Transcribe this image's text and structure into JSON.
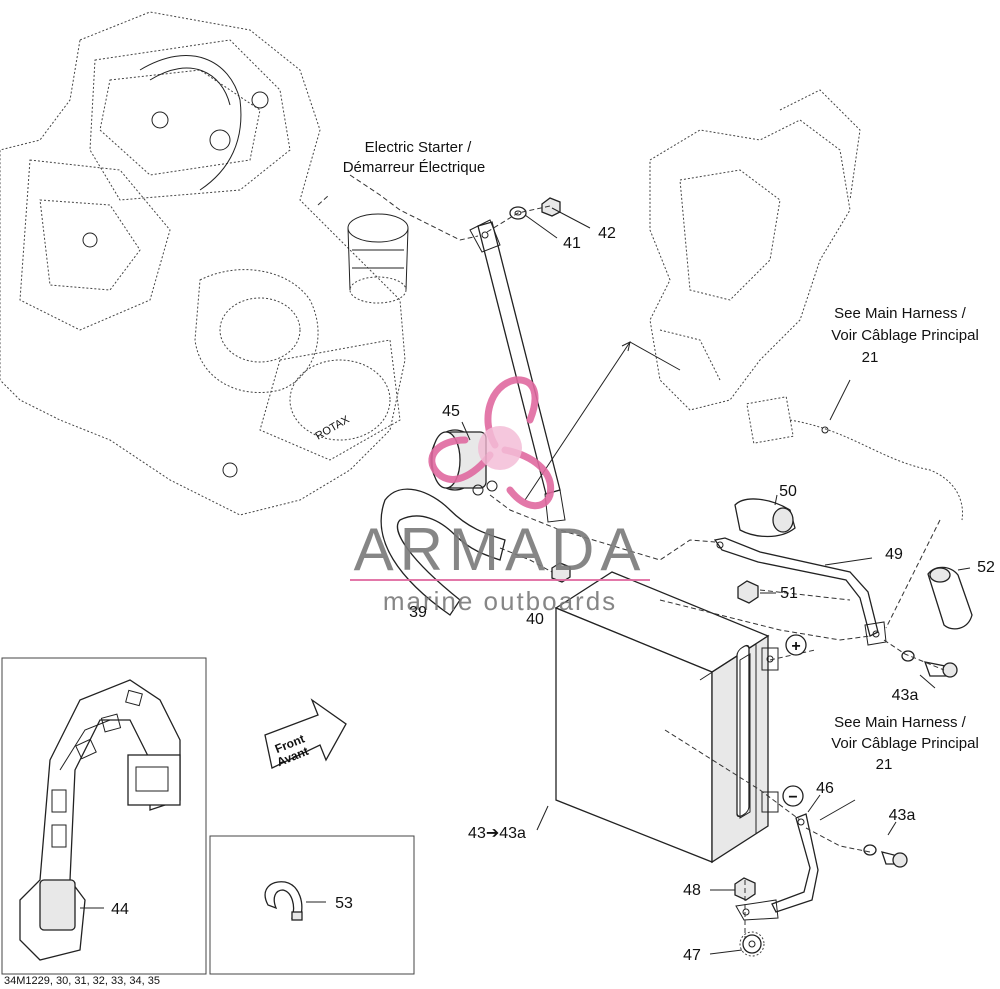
{
  "labels": {
    "electric_starter": [
      "Electric Starter /",
      "Démarreur Électrique"
    ],
    "main_harness_top": [
      "See Main Harness /",
      "Voir Câblage Principal",
      "21"
    ],
    "main_harness_bottom": [
      "See Main Harness /",
      "Voir Câblage Principal",
      "21"
    ],
    "front": [
      "Front",
      "Avant"
    ],
    "battery_ref": "43➔43a",
    "plus_sign": "+",
    "minus_sign": "−",
    "footer_ref": "34M1229, 30, 31, 32, 33, 34, 35"
  },
  "callouts": {
    "p39": "39",
    "p40": "40",
    "p41": "41",
    "p42": "42",
    "p43a_top": "43a",
    "p43a_bottom": "43a",
    "p44": "44",
    "p45": "45",
    "p46": "46",
    "p47": "47",
    "p48": "48",
    "p49": "49",
    "p50": "50",
    "p51": "51",
    "p52": "52",
    "p53": "53"
  },
  "watermark": {
    "title": "ARMADA",
    "subtitle": "marine outboards",
    "accent": "#e06aa0",
    "text_color": "#7a7a7a"
  },
  "engine_text": "ROTAX"
}
